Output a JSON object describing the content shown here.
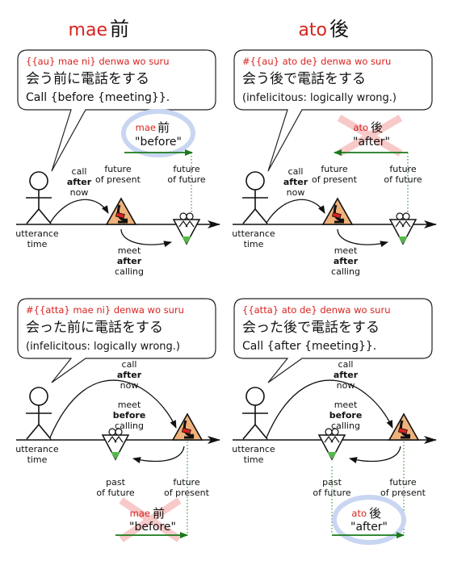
{
  "headers": {
    "left": {
      "roman": "mae",
      "kanji": "前"
    },
    "right": {
      "roman": "ato",
      "kanji": "後"
    }
  },
  "panels": [
    {
      "bubble": {
        "romaji": "{{au} mae ni} denwa wo suru",
        "japanese": "会う前に電話をする",
        "english": "Call {before {meeting}}."
      },
      "call_label": [
        "call",
        "after",
        "now"
      ],
      "meet_label": [
        "meet",
        "after",
        "calling"
      ],
      "marker_a": [
        "future",
        "of present"
      ],
      "marker_b": [
        "future",
        "of future"
      ],
      "utterance": [
        "utterance",
        "time"
      ],
      "badge": {
        "roman": "mae",
        "kanji": "前",
        "gloss": "\"before\"",
        "status": "circled"
      }
    },
    {
      "bubble": {
        "romaji": "#{{au} ato de} denwa wo suru",
        "japanese": "会う後で電話をする",
        "english": "(infelicitous: logically wrong.)"
      },
      "call_label": [
        "call",
        "after",
        "now"
      ],
      "meet_label": [
        "meet",
        "after",
        "calling"
      ],
      "marker_a": [
        "future",
        "of present"
      ],
      "marker_b": [
        "future",
        "of future"
      ],
      "utterance": [
        "utterance",
        "time"
      ],
      "badge": {
        "roman": "ato",
        "kanji": "後",
        "gloss": "\"after\"",
        "status": "crossed"
      }
    },
    {
      "bubble": {
        "romaji": "#{{atta} mae ni} denwa wo suru",
        "japanese": "会った前に電話をする",
        "english": "(infelicitous: logically wrong.)"
      },
      "call_label": [
        "call",
        "after",
        "now"
      ],
      "meet_label": [
        "meet",
        "before",
        "calling"
      ],
      "marker_a": [
        "past",
        "of future"
      ],
      "marker_b": [
        "future",
        "of present"
      ],
      "utterance": [
        "utterance",
        "time"
      ],
      "badge": {
        "roman": "mae",
        "kanji": "前",
        "gloss": "\"before\"",
        "status": "crossed"
      }
    },
    {
      "bubble": {
        "romaji": "{{atta} ato de} denwa wo suru",
        "japanese": "会った後で電話をする",
        "english": "Call {after {meeting}}."
      },
      "call_label": [
        "call",
        "after",
        "now"
      ],
      "meet_label": [
        "meet",
        "before",
        "calling"
      ],
      "marker_a": [
        "past",
        "of future"
      ],
      "marker_b": [
        "future",
        "of present"
      ],
      "utterance": [
        "utterance",
        "time"
      ],
      "badge": {
        "roman": "ato",
        "kanji": "後",
        "gloss": "\"after\"",
        "status": "circled"
      }
    }
  ]
}
